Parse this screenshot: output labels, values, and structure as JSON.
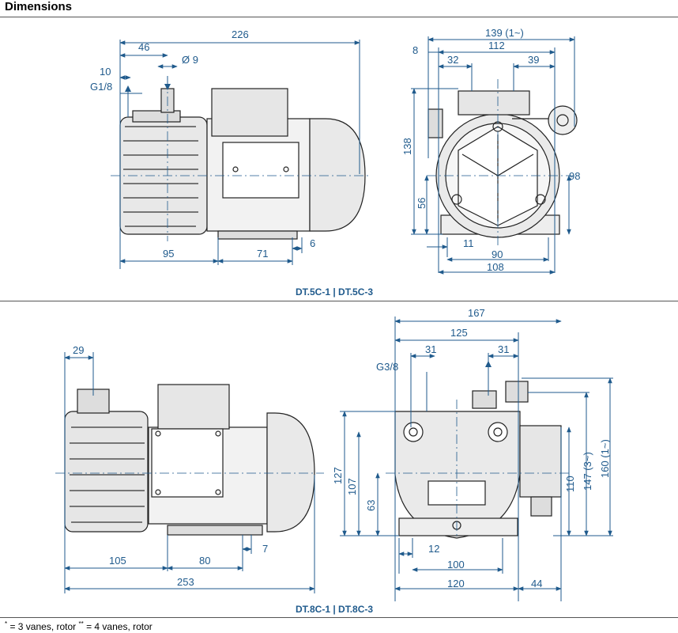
{
  "header": {
    "title": "Dimensions"
  },
  "top_drawing": {
    "caption": "DT.5C-1  |  DT.5C-3",
    "side_view": {
      "d226": "226",
      "d46": "46",
      "d_dia9": "Ø 9",
      "d10": "10",
      "d_g18": "G1/8",
      "d95": "95",
      "d71": "71",
      "d6": "6"
    },
    "front_view": {
      "d139": "139 (1~)",
      "d8": "8",
      "d112": "112",
      "d32": "32",
      "d39": "39",
      "d138": "138",
      "d56": "56",
      "d98": "98",
      "d11": "11",
      "d90": "90",
      "d108": "108"
    }
  },
  "bottom_drawing": {
    "caption": "DT.8C-1  |  DT.8C-3",
    "side_view": {
      "d29": "29",
      "d105": "105",
      "d80": "80",
      "d7": "7",
      "d253": "253"
    },
    "front_view": {
      "d167": "167",
      "d125": "125",
      "d31a": "31",
      "d31b": "31",
      "d_g38": "G3/8",
      "d127": "127",
      "d107": "107",
      "d63": "63",
      "d12": "12",
      "d100": "100",
      "d120": "120",
      "d44": "44",
      "d110": "110",
      "d147": "147 (3~)",
      "d160": "160 (1~)"
    }
  },
  "footnote": {
    "star1": "*",
    "text1": " = 3 vanes, rotor   ",
    "star2": "**",
    "text2": " = 4 vanes, rotor"
  }
}
